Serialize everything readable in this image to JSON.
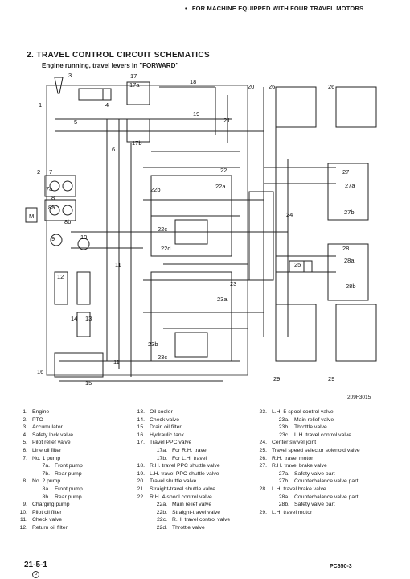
{
  "header": {
    "bullet": "•",
    "text": "FOR MACHINE EQUIPPED WITH FOUR TRAVEL MOTORS"
  },
  "section_title": "2.  TRAVEL CONTROL CIRCUIT SCHEMATICS",
  "subtitle": "Engine running, travel levers in \"FORWARD\"",
  "figure_number": "209F3015",
  "callouts": [
    "3",
    "17",
    "18",
    "17a",
    "4",
    "20",
    "26",
    "26",
    "1",
    "5",
    "19",
    "21",
    "17b",
    "6",
    "2",
    "7",
    "22",
    "27",
    "7a",
    "22b",
    "22a",
    "27a",
    "8",
    "8b",
    "8a",
    "24",
    "27b",
    "M",
    "10",
    "22c",
    "22d",
    "9",
    "28",
    "25",
    "28a",
    "11",
    "12",
    "28b",
    "23",
    "23a",
    "14",
    "13",
    "23b",
    "23c",
    "16",
    "11",
    "15",
    "29",
    "29"
  ],
  "legend": {
    "col1": [
      {
        "n": "1.",
        "t": "Engine",
        "sub": false
      },
      {
        "n": "2.",
        "t": "PTO",
        "sub": false
      },
      {
        "n": "3.",
        "t": "Accumulator",
        "sub": false
      },
      {
        "n": "4.",
        "t": "Safety lock valve",
        "sub": false
      },
      {
        "n": "5.",
        "t": "Pilot relief valve",
        "sub": false
      },
      {
        "n": "6.",
        "t": "Line oil filter",
        "sub": false
      },
      {
        "n": "7.",
        "t": "No. 1 pump",
        "sub": false
      },
      {
        "n": "7a.",
        "t": "Front pump",
        "sub": true
      },
      {
        "n": "7b.",
        "t": "Rear pump",
        "sub": true
      },
      {
        "n": "8.",
        "t": "No. 2 pump",
        "sub": false
      },
      {
        "n": "8a.",
        "t": "Front pump",
        "sub": true
      },
      {
        "n": "8b.",
        "t": "Rear pump",
        "sub": true
      },
      {
        "n": "9.",
        "t": "Charging pump",
        "sub": false
      },
      {
        "n": "10.",
        "t": "Pilot oil filter",
        "sub": false
      },
      {
        "n": "11.",
        "t": "Check valve",
        "sub": false
      },
      {
        "n": "12.",
        "t": "Return oil filter",
        "sub": false
      }
    ],
    "col2": [
      {
        "n": "13.",
        "t": "Oil cooler",
        "sub": false
      },
      {
        "n": "14.",
        "t": "Check valve",
        "sub": false
      },
      {
        "n": "15.",
        "t": "Drain oil filter",
        "sub": false
      },
      {
        "n": "16.",
        "t": "Hydraulic tank",
        "sub": false
      },
      {
        "n": "17.",
        "t": "Travel PPC valve",
        "sub": false
      },
      {
        "n": "17a.",
        "t": "For R.H. travel",
        "sub": true
      },
      {
        "n": "17b.",
        "t": "For L.H. travel",
        "sub": true
      },
      {
        "n": "18.",
        "t": "R.H. travel PPC shuttle valve",
        "sub": false
      },
      {
        "n": "19.",
        "t": "L.H. travel PPC shuttle valve",
        "sub": false
      },
      {
        "n": "20.",
        "t": "Travel shuttle valve",
        "sub": false
      },
      {
        "n": "21.",
        "t": "Straight-travel shuttle valve",
        "sub": false
      },
      {
        "n": "22.",
        "t": "R.H. 4-spool control valve",
        "sub": false
      },
      {
        "n": "22a.",
        "t": "Main relief valve",
        "sub": true
      },
      {
        "n": "22b.",
        "t": "Straight-travel valve",
        "sub": true
      },
      {
        "n": "22c.",
        "t": "R.H. travel control valve",
        "sub": true
      },
      {
        "n": "22d.",
        "t": "Throttle valve",
        "sub": true
      }
    ],
    "col3": [
      {
        "n": "23.",
        "t": "L.H. 5-spool control valve",
        "sub": false
      },
      {
        "n": "23a.",
        "t": "Main relief valve",
        "sub": true
      },
      {
        "n": "23b.",
        "t": "Throttle valve",
        "sub": true
      },
      {
        "n": "23c.",
        "t": "L.H. travel control valve",
        "sub": true
      },
      {
        "n": "24.",
        "t": "Center swivel joint",
        "sub": false
      },
      {
        "n": "25.",
        "t": "Travel speed selector solenoid valve",
        "sub": false
      },
      {
        "n": "26.",
        "t": "R.H. travel motor",
        "sub": false
      },
      {
        "n": "27.",
        "t": "R.H. travel brake valve",
        "sub": false
      },
      {
        "n": "27a.",
        "t": "Safety valve part",
        "sub": true
      },
      {
        "n": "27b.",
        "t": "Counterbalance valve part",
        "sub": true
      },
      {
        "n": "28.",
        "t": "L.H. travel brake valve",
        "sub": false
      },
      {
        "n": "28a.",
        "t": "Counterbalance valve part",
        "sub": true
      },
      {
        "n": "28b.",
        "t": "Safety valve part",
        "sub": true
      },
      {
        "n": "29.",
        "t": "L.H. travel motor",
        "sub": false
      }
    ]
  },
  "footer": {
    "page": "21-5-1",
    "revision": "5",
    "model": "PC650-3"
  }
}
